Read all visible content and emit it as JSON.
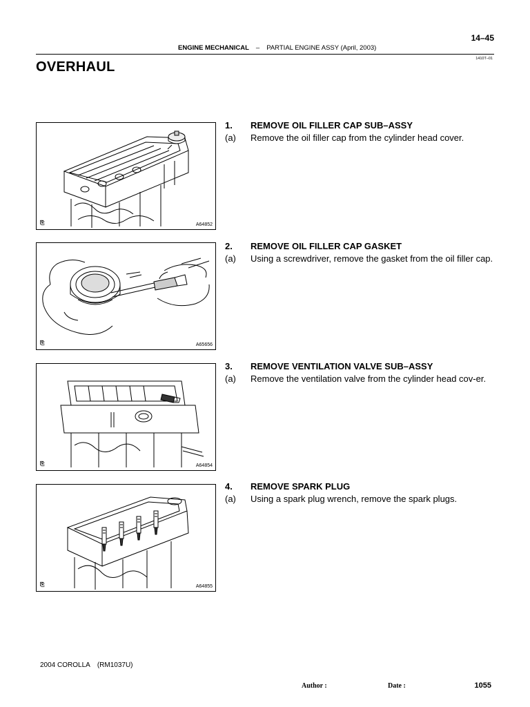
{
  "header": {
    "page_number": "14–45",
    "section": "ENGINE MECHANICAL",
    "separator": "–",
    "subsection": "PARTIAL ENGINE ASSY (April, 2003)",
    "doc_id": "1410T–01"
  },
  "title": "OVERHAUL",
  "steps": [
    {
      "num": "1.",
      "heading": "REMOVE OIL FILLER CAP SUB–ASSY",
      "sub_num": "(a)",
      "text": "Remove the oil filler cap from the cylinder head cover.",
      "figure_code": "A64852"
    },
    {
      "num": "2.",
      "heading": "REMOVE OIL FILLER CAP GASKET",
      "sub_num": "(a)",
      "text": "Using a screwdriver, remove the gasket from the oil filler cap.",
      "figure_code": "A65656"
    },
    {
      "num": "3.",
      "heading": "REMOVE VENTILATION VALVE SUB–ASSY",
      "sub_num": "(a)",
      "text": "Remove the ventilation valve from the cylinder head cov-er.",
      "figure_code": "A64854"
    },
    {
      "num": "4.",
      "heading": "REMOVE SPARK PLUG",
      "sub_num": "(a)",
      "text": "Using a spark plug wrench, remove the spark plugs.",
      "figure_code": "A64855"
    }
  ],
  "footer": {
    "model": "2004 COROLLA",
    "manual": "(RM1037U)",
    "author_label": "Author :",
    "date_label": "Date :",
    "page": "1055"
  },
  "icons": {
    "figure_marker": "book-icon"
  }
}
